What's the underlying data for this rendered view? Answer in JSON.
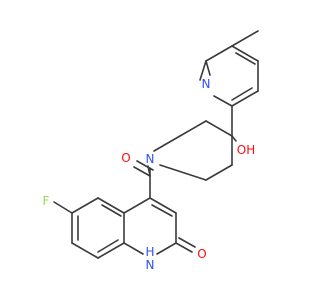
{
  "molecule": {
    "atoms": {
      "fluorine": {
        "text": "F",
        "color": "#90e050"
      },
      "carbonyl_oxygen": {
        "text": "O",
        "color": "#ff0d0d"
      },
      "piperidine_nitrogen": {
        "text": "N",
        "color": "#3050f8"
      },
      "pyridine_nitrogen": {
        "text": "N",
        "color": "#3050f8"
      },
      "hydroxyl": {
        "text": "OH",
        "color": "#ff0d0d"
      },
      "lactam_oxygen": {
        "text": "O",
        "color": "#ff0d0d"
      },
      "lactam_nh": {
        "text": "H",
        "color": "#3050f8"
      },
      "lactam_n": {
        "text": "N",
        "color": "#3050f8"
      }
    },
    "bond_color": "#3a3a3a"
  }
}
